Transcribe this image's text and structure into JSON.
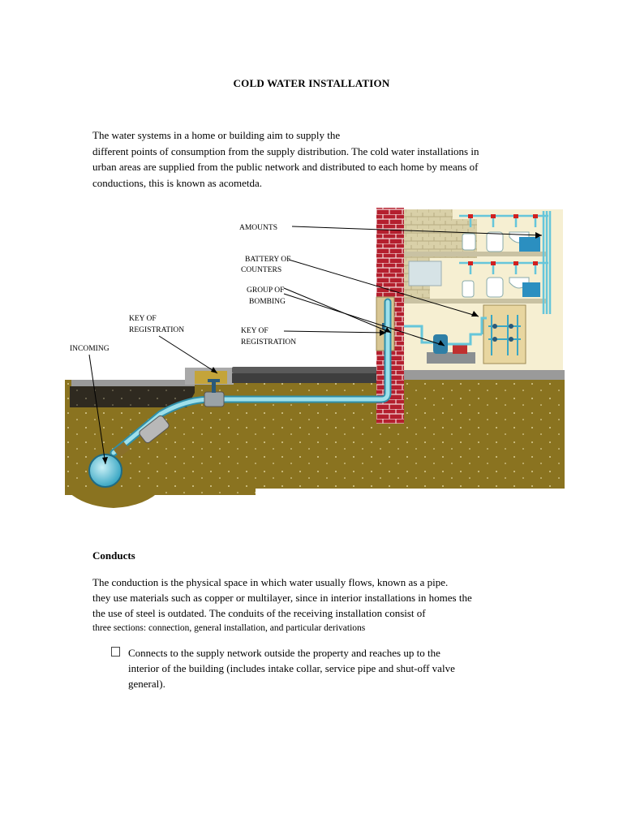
{
  "title": "COLD WATER INSTALLATION",
  "intro_lines": [
    "The water systems in a home or building aim to supply the",
    "different points of consumption from the supply distribution. The cold water installations in",
    "urban areas are supplied from the public network and distributed to each home by means of",
    "conductions, this is known as acometda."
  ],
  "figure_labels": {
    "amounts": "AMOUNTS",
    "battery_1": "BATTERY OF",
    "battery_2": "COUNTERS",
    "group_1": "GROUP OF",
    "group_2": "BOMBING",
    "key_left_1": "KEY OF",
    "key_left_2": "REGISTRATION",
    "key_right_1": "KEY OF",
    "key_right_2": "REGISTRATION",
    "incoming": "INCOMING"
  },
  "section_heading": "Conducts",
  "body_lines": [
    "The conduction is the physical space in which water usually flows, known as a pipe.",
    "they use materials such as copper or multilayer, since in interior installations in homes the",
    "the use of steel is outdated. The conduits of the receiving installation consist of",
    "three sections: connection, general installation, and particular derivations"
  ],
  "bullet_lines": [
    "Connects to the supply network outside the property and reaches up to the",
    "interior of the building (includes intake collar, service pipe and shut-off valve",
    "general)."
  ],
  "colors": {
    "soil": "#8a7320",
    "brick": "#b0202c",
    "pipe": "#8fd6e2",
    "wall": "#f6efd2"
  }
}
